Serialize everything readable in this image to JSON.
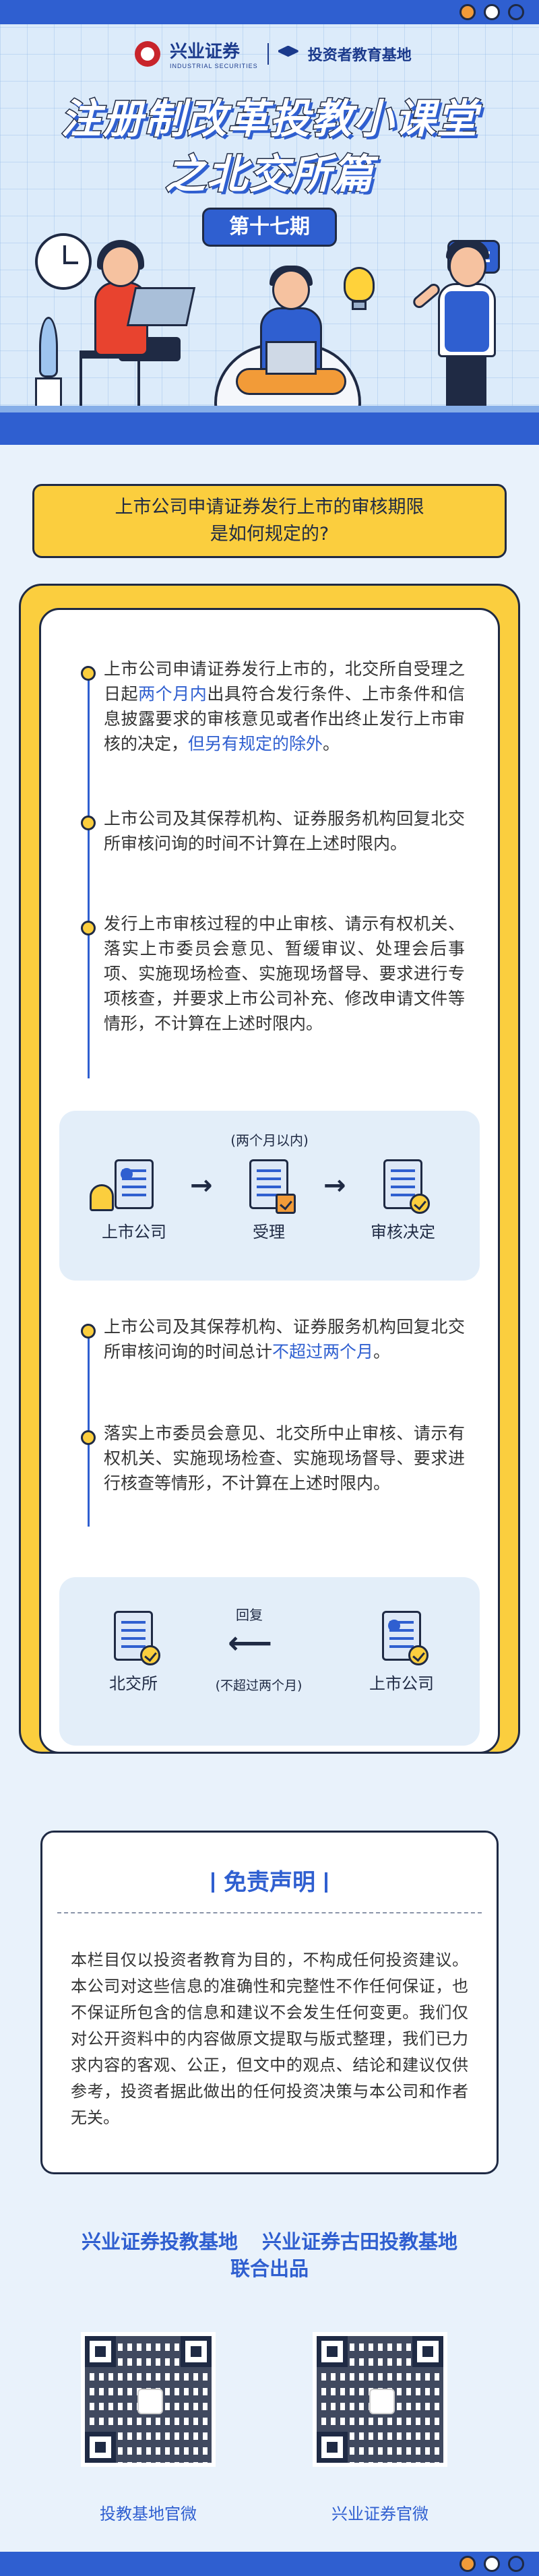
{
  "header": {
    "brand": "兴业证券",
    "brand_sub": "INDUSTRIAL SECURITIES",
    "edu_base": "投资者教育基地",
    "title_line1": "注册制改革投教小课堂",
    "title_line2": "之北交所篇",
    "issue": "第十七期"
  },
  "question": "上市公司申请证券发行上市的审核期限是如何规定的?",
  "section1": [
    {
      "parts": [
        {
          "t": "上市公司申请证券发行上市的，北交所自受理之日起",
          "hl": false
        },
        {
          "t": "两个月内",
          "hl": true
        },
        {
          "t": "出具符合发行条件、上市条件和信息披露要求的审核意见或者作出终止发行上市审核的决定，",
          "hl": false
        },
        {
          "t": "但另有规定的除外",
          "hl": true
        },
        {
          "t": "。",
          "hl": false
        }
      ]
    },
    {
      "parts": [
        {
          "t": "上市公司及其保荐机构、证券服务机构回复北交所审核问询的时间不计算在上述时限内。",
          "hl": false
        }
      ]
    },
    {
      "parts": [
        {
          "t": "发行上市审核过程的中止审核、请示有权机关、落实上市委员会意见、暂缓审议、处理会后事项、实施现场检查、实施现场督导、要求进行专项核查，并要求上市公司补充、修改申请文件等情形，不计算在上述时限内。",
          "hl": false
        }
      ]
    }
  ],
  "flow1": {
    "caption": "(两个月以内)",
    "steps": [
      "上市公司",
      "受理",
      "审核决定"
    ]
  },
  "section2": [
    {
      "parts": [
        {
          "t": "上市公司及其保荐机构、证券服务机构回复北交所审核问询的时间总计",
          "hl": false
        },
        {
          "t": "不超过两个月",
          "hl": true
        },
        {
          "t": "。",
          "hl": false
        }
      ]
    },
    {
      "parts": [
        {
          "t": "落实上市委员会意见、北交所中止审核、请示有权机关、实施现场检查、实施现场督导、要求进行核查等情形，不计算在上述时限内。",
          "hl": false
        }
      ]
    }
  ],
  "flow2": {
    "left": "北交所",
    "right": "上市公司",
    "reply": "回复",
    "limit": "(不超过两个月)"
  },
  "disclaimer": {
    "title": "免责声明",
    "text": "本栏目仅以投资者教育为目的，不构成任何投资建议。本公司对这些信息的准确性和完整性不作任何保证，也不保证所包含的信息和建议不会发生任何变更。我们仅对公开资料中的内容做原文提取与版式整理，我们已力求内容的客观、公正，但文中的观点、结论和建议仅供参考，投资者据此做出的任何投资决策与本公司和作者无关。"
  },
  "producers": {
    "a": "兴业证券投教基地",
    "b": "兴业证券古田投教基地",
    "c": "联合出品"
  },
  "qr": {
    "left_label": "投教基地官微",
    "right_label": "兴业证券官微"
  },
  "colors": {
    "accent_blue": "#2f5fd0",
    "accent_yellow": "#fbce3e",
    "accent_orange": "#f29b38",
    "outline": "#1f2a44"
  }
}
